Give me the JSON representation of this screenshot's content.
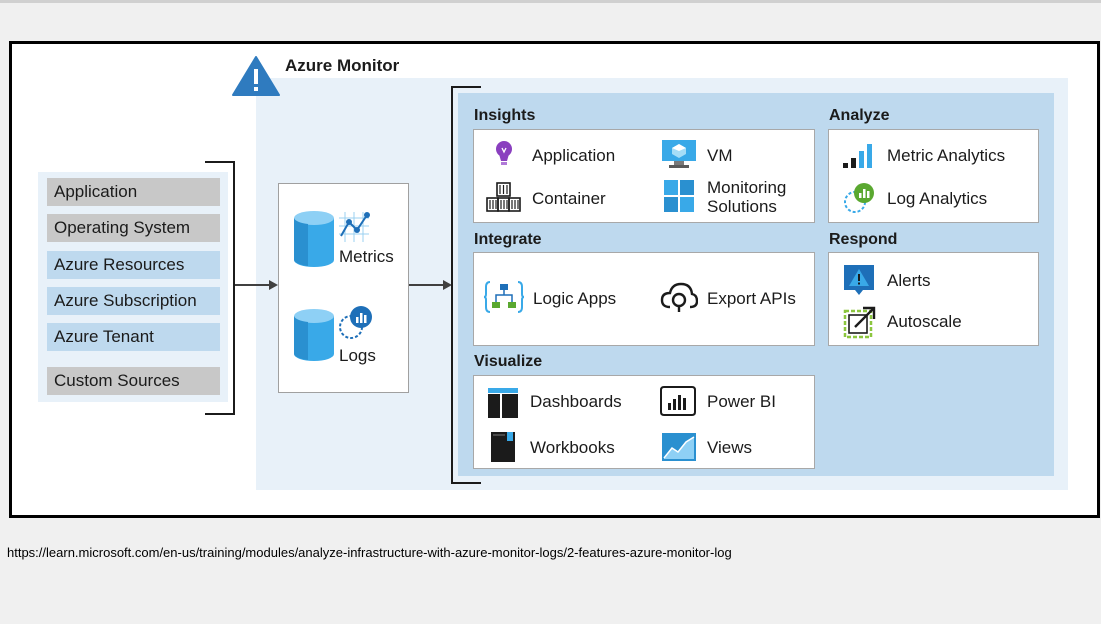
{
  "title": "Azure Monitor",
  "sources": [
    "Application",
    "Operating System",
    "Azure Resources",
    "Azure Subscription",
    "Azure Tenant",
    "Custom Sources"
  ],
  "stores": {
    "metrics": "Metrics",
    "logs": "Logs"
  },
  "sections": {
    "insights": {
      "heading": "Insights",
      "items": {
        "application": "Application",
        "vm": "VM",
        "container": "Container",
        "monitoring_line1": "Monitoring",
        "monitoring_line2": "Solutions"
      }
    },
    "analyze": {
      "heading": "Analyze",
      "items": {
        "metric_analytics": "Metric Analytics",
        "log_analytics": "Log Analytics"
      }
    },
    "integrate": {
      "heading": "Integrate",
      "items": {
        "logic_apps": "Logic Apps",
        "export_apis": "Export APIs"
      }
    },
    "respond": {
      "heading": "Respond",
      "items": {
        "alerts": "Alerts",
        "autoscale": "Autoscale"
      }
    },
    "visualize": {
      "heading": "Visualize",
      "items": {
        "dashboards": "Dashboards",
        "power_bi": "Power BI",
        "workbooks": "Workbooks",
        "views": "Views"
      }
    }
  },
  "source_url": "https://learn.microsoft.com/en-us/training/modules/analyze-infrastructure-with-azure-monitor-logs/2-features-azure-monitor-log",
  "colors": {
    "azure_blue": "#2f7bbf",
    "panel_blue": "#bed9ee",
    "light_blue": "#e8f1f9",
    "gray_chip": "#c8c8c8"
  },
  "icons": [
    "warning-triangle-icon",
    "database-icon",
    "metrics-chart-icon",
    "log-analytics-icon",
    "lightbulb-icon",
    "monitor-icon",
    "container-icon",
    "tiles-icon",
    "bar-chart-icon",
    "logic-apps-icon",
    "cloud-export-icon",
    "alert-icon",
    "autoscale-icon",
    "dashboard-icon",
    "power-bi-icon",
    "workbook-icon",
    "area-chart-icon"
  ]
}
